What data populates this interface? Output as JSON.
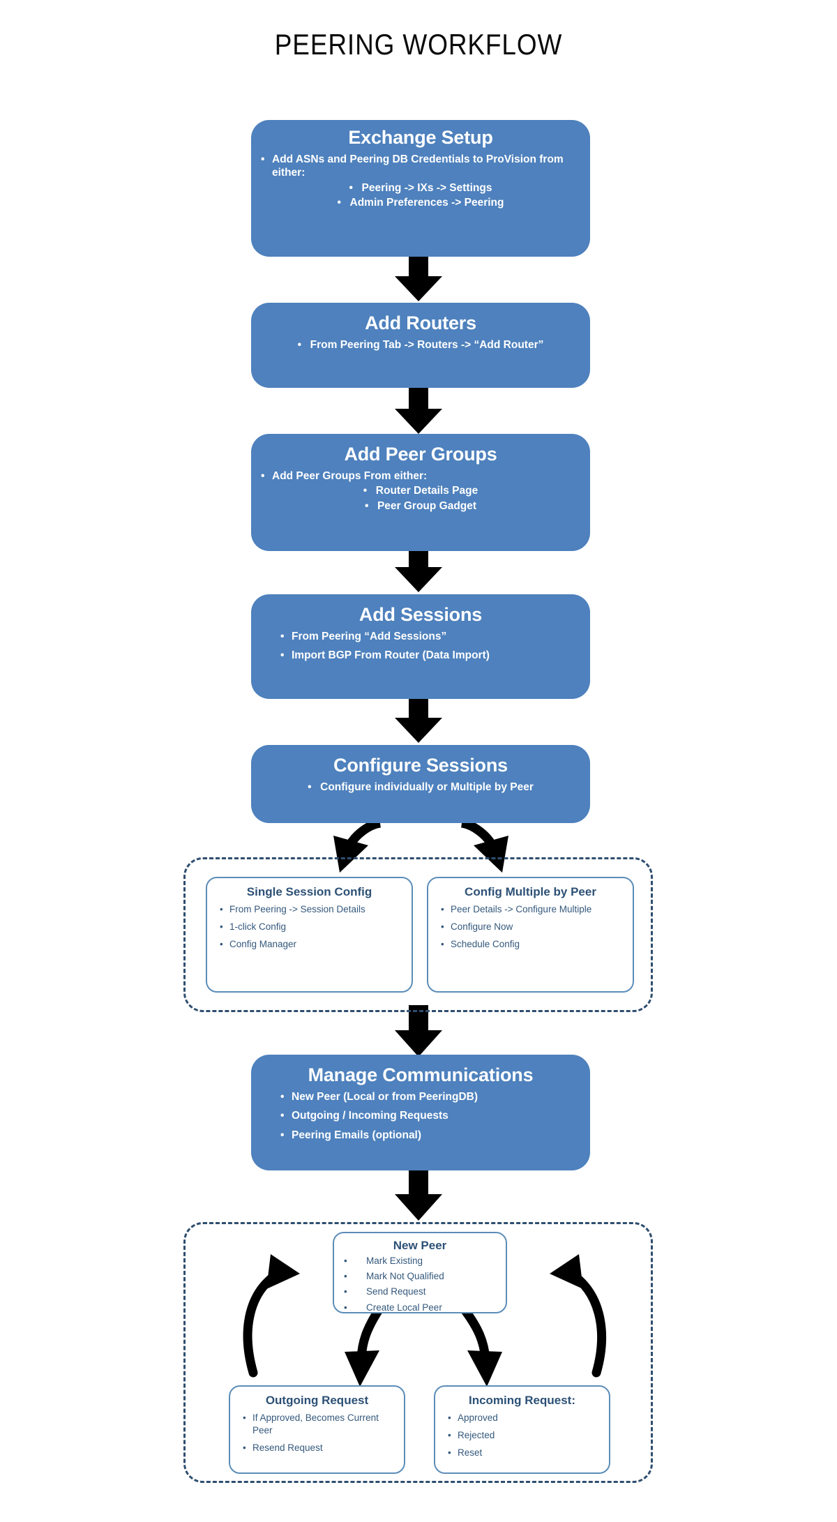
{
  "title": "PEERING WORKFLOW",
  "colors": {
    "node_fill": "#4E81BD",
    "node_text": "#FFFFFF",
    "group_border": "#2F4E6F",
    "subnode_border": "#5B8DB8",
    "subnode_text": "#2D5176",
    "arrow": "#000000",
    "background": "#FFFFFF"
  },
  "nodes": {
    "exchange_setup": {
      "title": "Exchange Setup",
      "bullets_l1": [
        "Add ASNs and Peering DB Credentials to ProVision from either:"
      ],
      "bullets_l2": [
        "Peering -> IXs -> Settings",
        "Admin Preferences -> Peering"
      ]
    },
    "add_routers": {
      "title": "Add Routers",
      "bullets_l1": [
        "From Peering Tab -> Routers -> “Add Router”"
      ]
    },
    "add_peer_groups": {
      "title": "Add Peer Groups",
      "bullets_l1": [
        "Add Peer Groups From either:"
      ],
      "bullets_l2": [
        "Router Details Page",
        "Peer Group Gadget"
      ]
    },
    "add_sessions": {
      "title": "Add Sessions",
      "bullets_l1": [
        "From  Peering “Add Sessions”",
        "Import BGP From Router (Data Import)"
      ]
    },
    "configure_sessions": {
      "title": "Configure Sessions",
      "bullets_l1": [
        "Configure individually or Multiple by Peer"
      ]
    },
    "manage_communications": {
      "title": "Manage Communications",
      "bullets_l1": [
        "New Peer (Local or from PeeringDB)",
        "Outgoing / Incoming Requests",
        "Peering Emails (optional)"
      ]
    }
  },
  "subnodes": {
    "single_session_config": {
      "title": "Single Session Config",
      "bullets": [
        "From Peering -> Session Details",
        "1-click Config",
        "Config Manager"
      ]
    },
    "config_multiple_by_peer": {
      "title": "Config Multiple by Peer",
      "bullets": [
        "Peer Details -> Configure Multiple",
        "Configure Now",
        "Schedule Config"
      ]
    },
    "new_peer": {
      "title": "New Peer",
      "bullets": [
        "Mark Existing",
        "Mark Not Qualified",
        "Send Request",
        "Create Local Peer"
      ]
    },
    "outgoing_request": {
      "title": "Outgoing Request",
      "bullets": [
        "If Approved, Becomes Current Peer",
        "Resend Request"
      ]
    },
    "incoming_request": {
      "title": "Incoming Request:",
      "bullets": [
        "Approved",
        "Rejected",
        "Reset"
      ]
    }
  },
  "flow": {
    "edges": [
      "exchange-setup -> add-routers",
      "add-routers -> add-peer-groups",
      "add-peer-groups -> add-sessions",
      "add-sessions -> configure-sessions",
      "configure-sessions -> single-session-config",
      "configure-sessions -> config-multiple-by-peer",
      "config-group -> manage-communications",
      "manage-communications -> new-peer",
      "new-peer -> outgoing-request",
      "outgoing-request -> new-peer",
      "new-peer -> incoming-request",
      "incoming-request -> new-peer"
    ]
  }
}
